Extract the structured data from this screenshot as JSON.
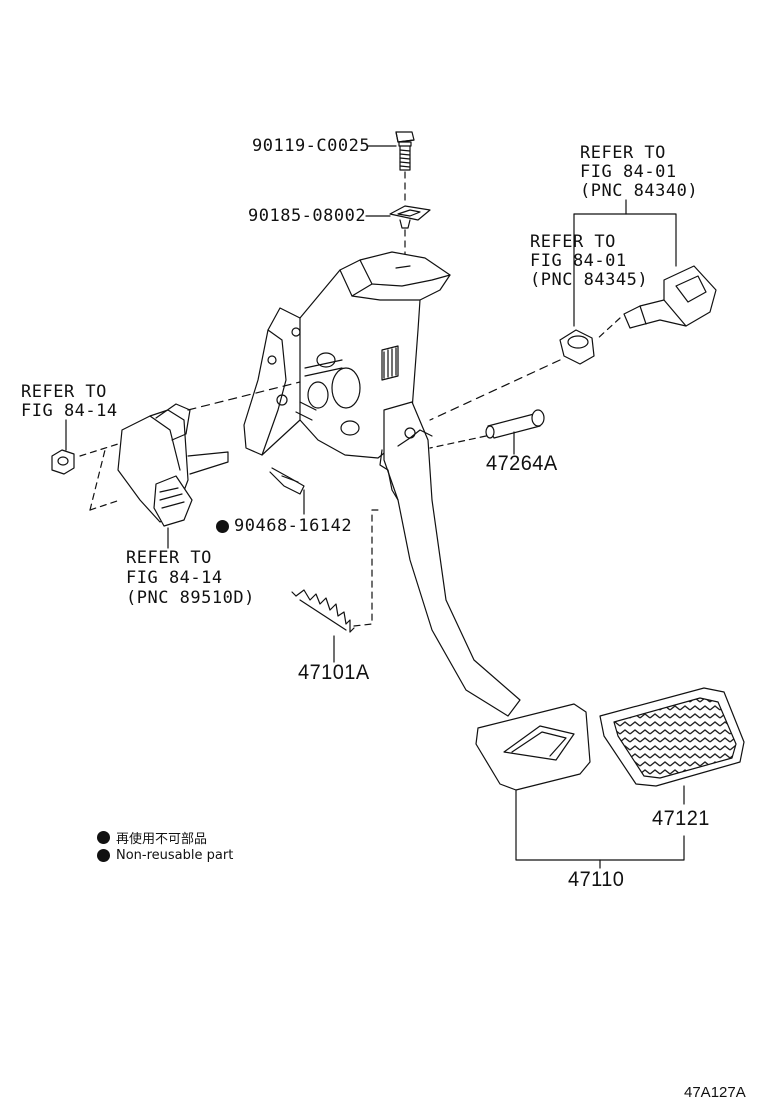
{
  "labels": {
    "p_bolt": "90119-C0025",
    "p_washer": "90185-08002",
    "ref_8401_a": [
      "REFER TO",
      "FIG 84-01",
      "(PNC 84340)"
    ],
    "ref_8401_b": [
      "REFER TO",
      "FIG 84-01",
      "(PNC 84345)"
    ],
    "ref_8414_a": [
      "REFER TO",
      "FIG 84-14"
    ],
    "ref_8414_b": [
      "REFER TO",
      "FIG 84-14",
      "(PNC 89510D)"
    ],
    "p_clip": "90468-16142",
    "p_pin": "47264A",
    "p_spring": "47101A",
    "p_pad": "47121",
    "p_pedal": "47110"
  },
  "legend": {
    "jp": "再使用不可部品",
    "en": "Non-reusable part"
  },
  "figure_code": "47A127A",
  "colors": {
    "ink": "#111111",
    "background": "#ffffff"
  }
}
